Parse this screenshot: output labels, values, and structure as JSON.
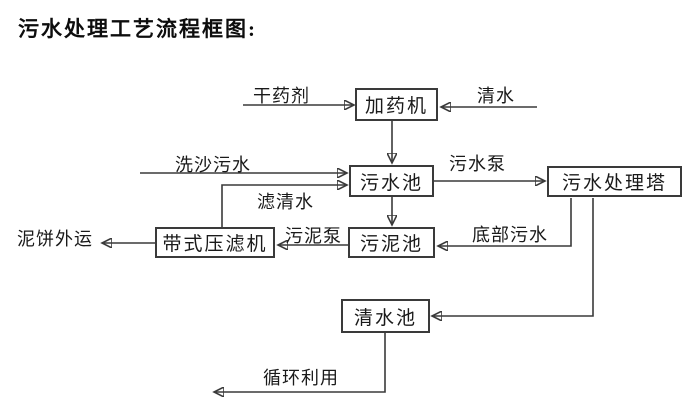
{
  "title": "污水处理工艺流程框图:",
  "nodes": {
    "dosing_machine": {
      "label": "加药机"
    },
    "sewage_pool": {
      "label": "污水池"
    },
    "treatment_tower": {
      "label": "污水处理塔"
    },
    "sludge_pool": {
      "label": "污泥池"
    },
    "belt_filter_press": {
      "label": "带式压滤机"
    },
    "clean_water_pool": {
      "label": "清水池"
    }
  },
  "edges": [
    {
      "id": "dry-agent",
      "label": "干药剂",
      "from": "external",
      "to": "dosing_machine"
    },
    {
      "id": "clean-water",
      "label": "清水",
      "from": "external",
      "to": "dosing_machine"
    },
    {
      "id": "dosing-to-sewage",
      "label": "",
      "from": "dosing_machine",
      "to": "sewage_pool"
    },
    {
      "id": "sand-washing-sewage",
      "label": "洗沙污水",
      "from": "external",
      "to": "sewage_pool"
    },
    {
      "id": "sewage-pump",
      "label": "污水泵",
      "from": "sewage_pool",
      "to": "treatment_tower"
    },
    {
      "id": "filtered-water",
      "label": "滤清水",
      "from": "belt_filter_press",
      "to": "sewage_pool"
    },
    {
      "id": "sewage-to-sludge",
      "label": "",
      "from": "sewage_pool",
      "to": "sludge_pool"
    },
    {
      "id": "sludge-pump",
      "label": "污泥泵",
      "from": "sludge_pool",
      "to": "belt_filter_press"
    },
    {
      "id": "bottom-sewage",
      "label": "底部污水",
      "from": "treatment_tower",
      "to": "sludge_pool"
    },
    {
      "id": "tower-to-clean",
      "label": "",
      "from": "treatment_tower",
      "to": "clean_water_pool"
    },
    {
      "id": "mud-cake-out",
      "label": "泥饼外运",
      "from": "belt_filter_press",
      "to": "external"
    },
    {
      "id": "recycle",
      "label": "循环利用",
      "from": "clean_water_pool",
      "to": "external"
    }
  ],
  "colors": {
    "line": "#3a3a3a",
    "text": "#1a1a1a",
    "background": "#ffffff"
  }
}
